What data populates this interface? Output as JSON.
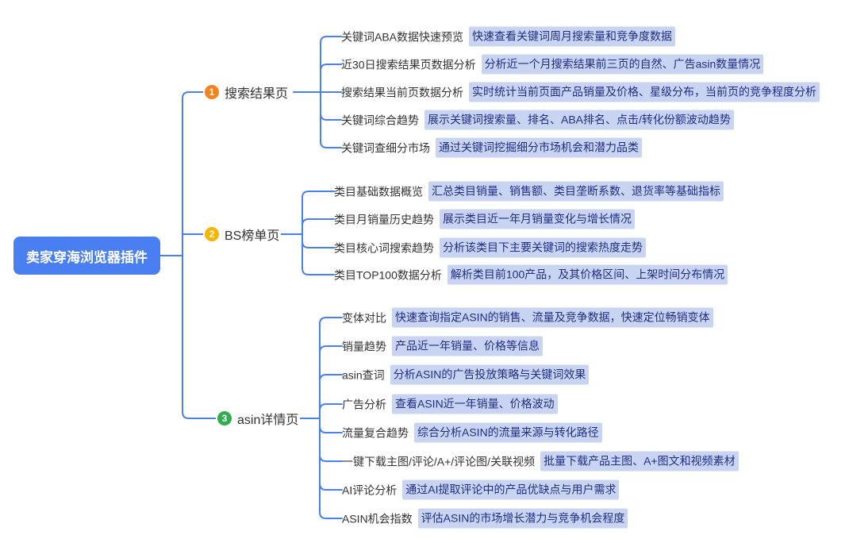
{
  "root": {
    "label": "卖家穿海浏览器插件"
  },
  "colors": {
    "line_blue": "#4A7FF2",
    "root_bg": "#4A7FF2",
    "root_text": "#FFFFFF",
    "child_label_text": "#333333",
    "desc_bg": "#C9D4F2",
    "desc_text": "#1F2E87",
    "badge_1": "#F5821F",
    "badge_2": "#F7B500",
    "badge_3": "#30AE4D"
  },
  "branches": [
    {
      "number": "1",
      "label": "搜索结果页",
      "children": [
        {
          "label": "关键词ABA数据快速预览",
          "desc": "快速查看关键词周月搜索量和竞争度数据"
        },
        {
          "label": "近30日搜索结果页数据分析",
          "desc": "分析近一个月搜索结果前三页的自然、广告asin数量情况"
        },
        {
          "label": "搜索结果当前页数据分析",
          "desc": "实时统计当前页面产品销量及价格、星级分布，当前页的竞争程度分析"
        },
        {
          "label": "关键词综合趋势",
          "desc": "展示关键词搜索量、排名、ABA排名、点击/转化份额波动趋势"
        },
        {
          "label": "关键词查细分市场",
          "desc": "通过关键词挖掘细分市场机会和潜力品类"
        }
      ]
    },
    {
      "number": "2",
      "label": "BS榜单页",
      "children": [
        {
          "label": "类目基础数据概览",
          "desc": "汇总类目销量、销售额、类目垄断系数、退货率等基础指标"
        },
        {
          "label": "类目月销量历史趋势",
          "desc": "展示类目近一年月销量变化与增长情况"
        },
        {
          "label": "类目核心词搜索趋势",
          "desc": "分析该类目下主要关键词的搜索热度走势"
        },
        {
          "label": "类目TOP100数据分析",
          "desc": "解析类目前100产品，及其价格区间、上架时间分布情况"
        }
      ]
    },
    {
      "number": "3",
      "label": "asin详情页",
      "children": [
        {
          "label": "变体对比",
          "desc": "快速查询指定ASIN的销售、流量及竞争数据，快速定位畅销变体"
        },
        {
          "label": "销量趋势",
          "desc": "产品近一年销量、价格等信息"
        },
        {
          "label": "asin查词",
          "desc": "分析ASIN的广告投放策略与关键词效果"
        },
        {
          "label": "广告分析",
          "desc": "查看ASIN近一年销量、价格波动"
        },
        {
          "label": "流量复合趋势",
          "desc": "综合分析ASIN的流量来源与转化路径"
        },
        {
          "label": "一键下载主图/评论/A+/评论图/关联视频",
          "desc": "批量下载产品主图、A+图文和视频素材"
        },
        {
          "label": "AI评论分析",
          "desc": "通过AI提取评论中的产品优缺点与用户需求"
        },
        {
          "label": "ASIN机会指数",
          "desc": "评估ASIN的市场增长潜力与竞争机会程度"
        }
      ]
    }
  ]
}
